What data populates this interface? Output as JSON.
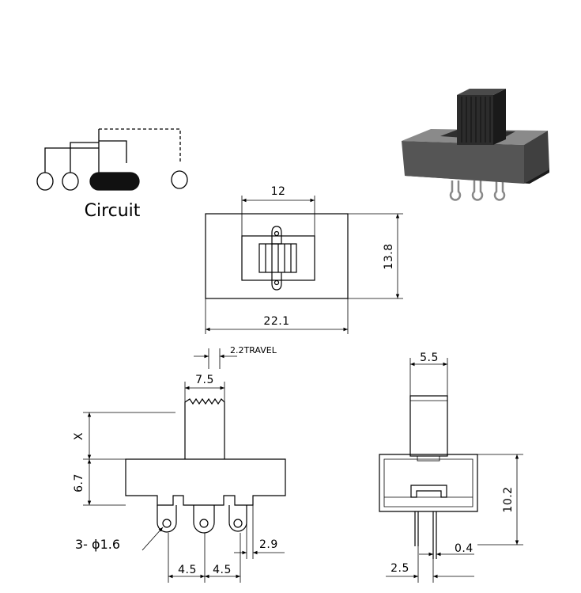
{
  "circuit": {
    "label": "Circuit"
  },
  "top_view": {
    "width": "22.1",
    "height": "13.8",
    "slot_width": "12"
  },
  "front_view": {
    "travel": "2.2TRAVEL",
    "actuator_width": "7.5",
    "actuator_height": "X",
    "body_height": "6.7",
    "holes": "3- ϕ1.6",
    "pin_offset": "2.9",
    "pitch_left": "4.5",
    "pitch_right": "4.5"
  },
  "side_view": {
    "actuator_width": "5.5",
    "total_height": "10.2",
    "pin_thickness": "0.4",
    "pin_offset": "2.5"
  },
  "colors": {
    "line": "#000000",
    "body": "#555555",
    "knob": "#2a2a2a"
  }
}
